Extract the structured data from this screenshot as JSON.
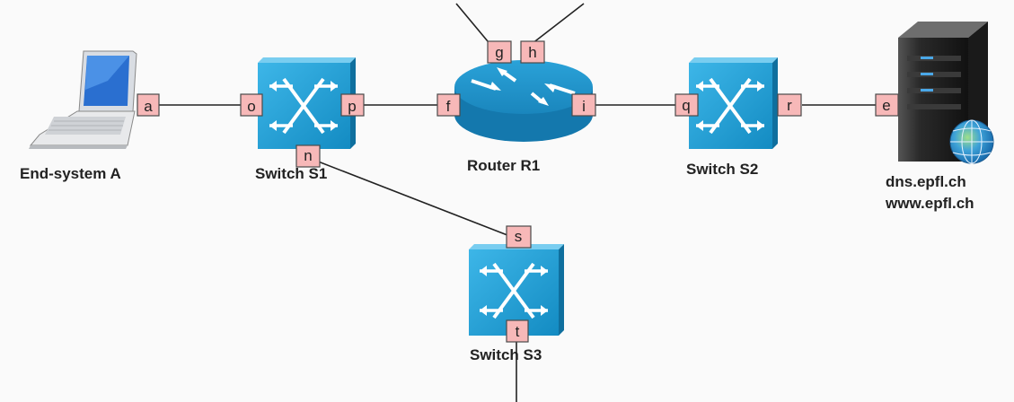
{
  "devices": {
    "end_system_a": {
      "label": "End-system A"
    },
    "switch_s1": {
      "label": "Switch S1"
    },
    "router_r1": {
      "label": "Router R1"
    },
    "switch_s2": {
      "label": "Switch S2"
    },
    "switch_s3": {
      "label": "Switch S3"
    },
    "server": {
      "label_line1": "dns.epfl.ch",
      "label_line2": "www.epfl.ch"
    }
  },
  "ports": {
    "a": "a",
    "o": "o",
    "p": "p",
    "f": "f",
    "g": "g",
    "h": "h",
    "i": "i",
    "q": "q",
    "r": "r",
    "e": "e",
    "n": "n",
    "s": "s",
    "t": "t"
  },
  "colors": {
    "switch_blue": "#1e9fd6",
    "router_blue": "#1a8fc4",
    "port_fill": "#f7b8b8",
    "background": "#fafafa"
  }
}
